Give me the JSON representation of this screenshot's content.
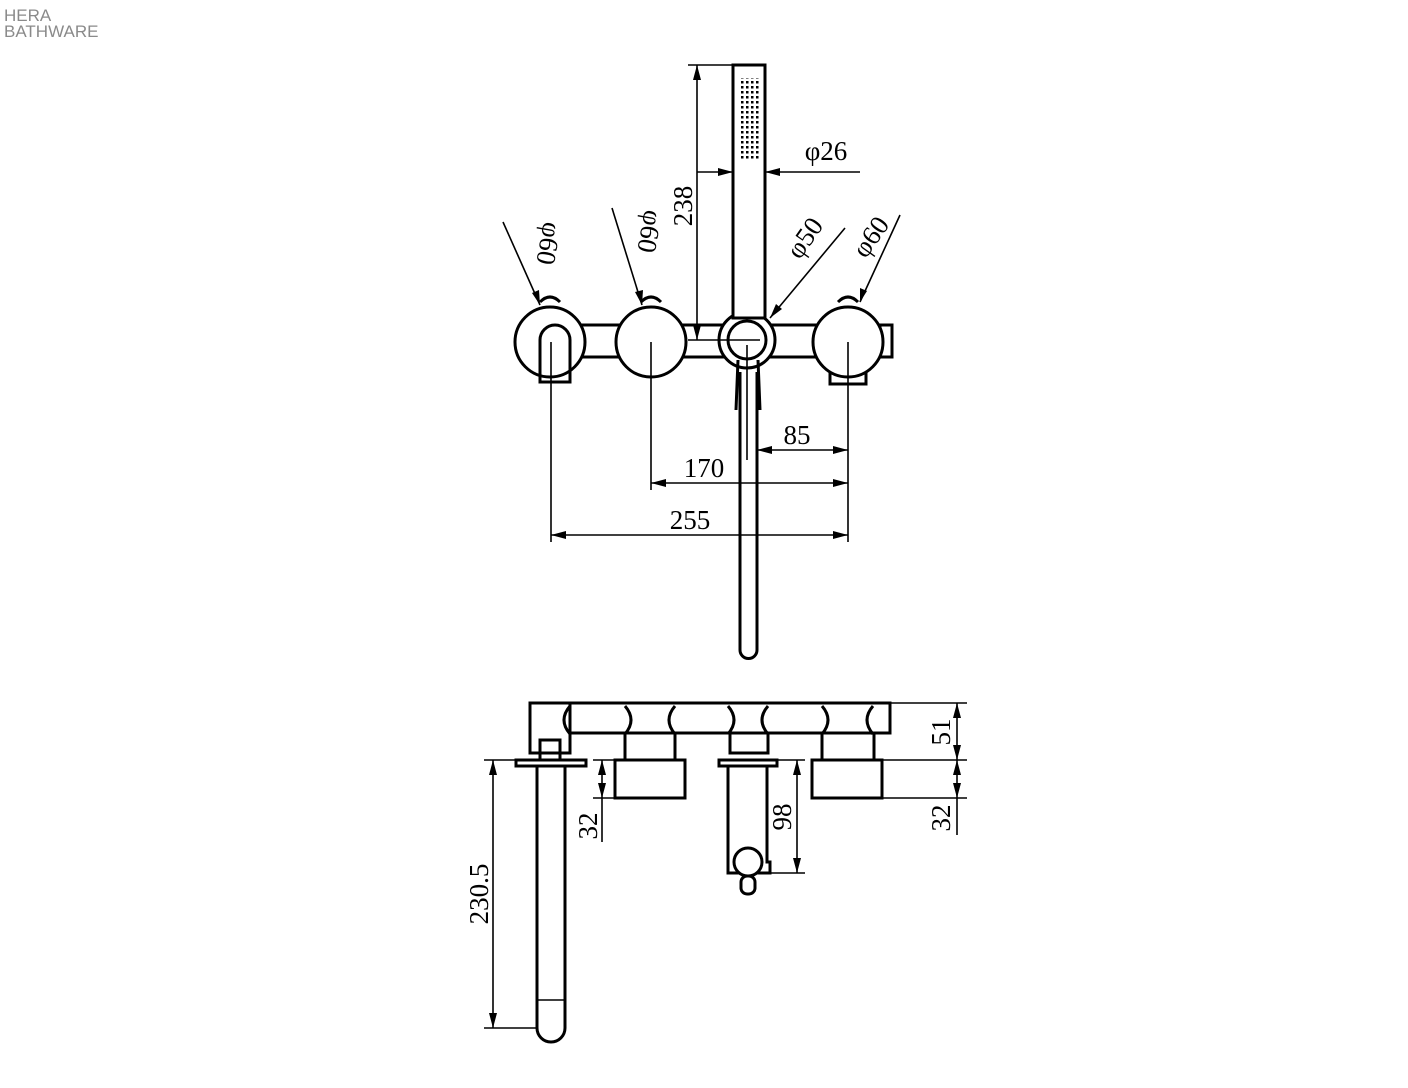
{
  "logo": {
    "line1": "HERA",
    "line2": "BATHWARE"
  },
  "top_view": {
    "diameters": {
      "d_handshower": "φ26",
      "d_left_spout": "φ60",
      "d_left_handle": "φ60",
      "d_diverter": "φ50",
      "d_right_handle": "φ60"
    },
    "dims": {
      "handshower_length": "238",
      "diverter_to_mixer": "85",
      "handle_to_mixer": "170",
      "spout_to_mixer": "255"
    }
  },
  "side_view": {
    "dims": {
      "body_depth": "51",
      "plate_depth_right": "32",
      "plate_depth_left": "32",
      "spout_projection": "230.5",
      "holder_projection": "98"
    }
  }
}
